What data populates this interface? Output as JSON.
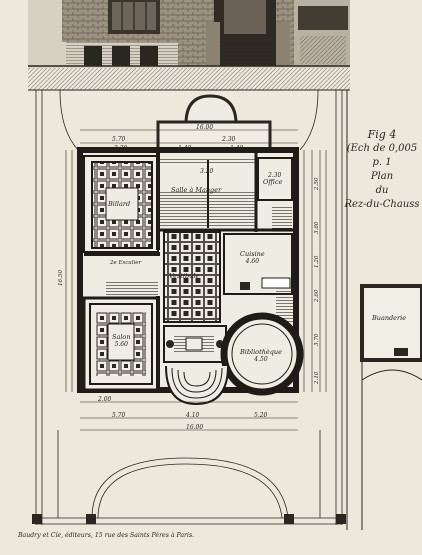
{
  "caption": {
    "fig": "Fig 4",
    "scale": "(Ech de 0,005 p. 1",
    "line1": "Plan",
    "line2": "du",
    "line3": "Rez-du-Chauss"
  },
  "footer": "Baudry et Cíe, éditeurs, 15 rue des Saints Pères à Paris.",
  "rooms": {
    "billard": "Billard",
    "salle_a_manger": "Salle à Manger",
    "office": "Office",
    "cuisine": "Cuisine",
    "cuisine_area": "4.60",
    "vestibule": "Vestibule",
    "salon": "Salon",
    "salon_area": "5.60",
    "bibliotheque": "Bibliothèque",
    "bibliotheque_area": "4.50",
    "escalier": "2e Escalier",
    "buanderie": "Buanderie"
  },
  "dimensions": {
    "top_total": "16.00",
    "top_left": "5.70",
    "top_right": "2.30",
    "top_a": "2.20",
    "top_b": "1.40",
    "top_c": "1.40",
    "bottom_total": "16.00",
    "bottom_left": "5.70",
    "bottom_mid": "4.10",
    "bottom_right": "5.20",
    "bottom_small": "2.00",
    "left_total": "16.50",
    "right_a": "2.50",
    "right_b": "3.80",
    "right_c": "1.20",
    "right_d": "2.60",
    "right_e": "3.70",
    "right_f": "2.10",
    "office_w": "2.30",
    "salle_d": "3.20"
  }
}
